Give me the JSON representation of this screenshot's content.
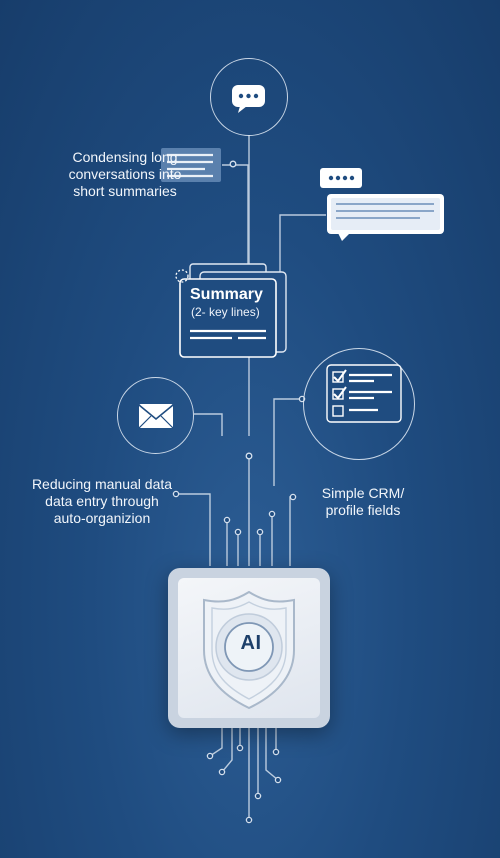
{
  "labels": {
    "top_left": [
      "Condensing long",
      "conversations into",
      "short summaries"
    ],
    "mid_left": [
      "Reducing manual data",
      "data entry through",
      "auto-organizion"
    ],
    "mid_right": [
      "Simple CRM/",
      "profile fields"
    ]
  },
  "summary_card": {
    "title": "Summary",
    "subtitle": "(2- key lines)"
  },
  "chip": {
    "label": "AI"
  },
  "icons": [
    "chat-bubble-icon",
    "message-window-icon",
    "summary-document-icon",
    "checklist-icon",
    "envelope-icon",
    "shield-icon",
    "ai-chip-icon"
  ],
  "colors": {
    "background": "#1f4c80",
    "line": "#d6e1ee",
    "chip": "#e8edf3",
    "chip_text": "#1d3f6a"
  }
}
